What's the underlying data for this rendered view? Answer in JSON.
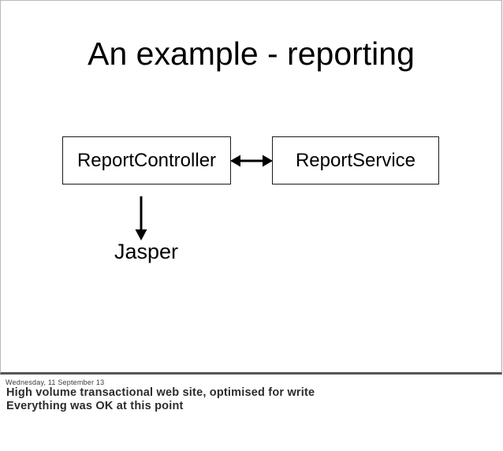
{
  "slide": {
    "title": "An example - reporting",
    "diagram": {
      "boxes": [
        {
          "label": "ReportController"
        },
        {
          "label": "ReportService"
        }
      ],
      "jasper_label": "Jasper",
      "arrows": [
        {
          "name": "controller-service-arrow",
          "type": "double-headed-horizontal"
        },
        {
          "name": "controller-jasper-arrow",
          "type": "down"
        }
      ]
    }
  },
  "notes": {
    "timestamp": "Wednesday, 11 September 13",
    "lines": [
      "High volume transactional web site, optimised for write",
      "Everything was OK at this point"
    ]
  },
  "colors": {
    "slide_background": "#ffffff",
    "slide_border": "#b9b9b9",
    "slide_bottom_border": "#565656",
    "box_border": "#1a1a1a",
    "diagram_text": "#000000",
    "notes_text": "#2c2c2c",
    "timestamp_text": "#3c3c3c"
  }
}
